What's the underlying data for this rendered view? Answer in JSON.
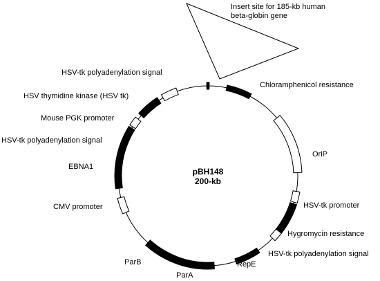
{
  "plasmid": {
    "name": "pBH148",
    "size": "200-kb"
  },
  "insert": {
    "label_line1": "Insert site for 185-kb human",
    "label_line2": "beta-globin gene"
  },
  "features": [
    {
      "id": "chloramphenicol",
      "label": "Chloramphenicol resistance",
      "fill": "black"
    },
    {
      "id": "orip",
      "label": "OriP",
      "fill": "white"
    },
    {
      "id": "hsvtk-promoter-r",
      "label": "HSV-tk promoter",
      "fill": "white"
    },
    {
      "id": "hygromycin",
      "label": "Hygromycin resistance",
      "fill": "black"
    },
    {
      "id": "hsvtk-polya-r",
      "label": "HSV-tk polyadenylation signal",
      "fill": "white"
    },
    {
      "id": "repe",
      "label": "RepE",
      "fill": "black"
    },
    {
      "id": "para",
      "label": "ParA",
      "fill": "black"
    },
    {
      "id": "parb",
      "label": "ParB",
      "fill": "black"
    },
    {
      "id": "cmv",
      "label": "CMV promoter",
      "fill": "white"
    },
    {
      "id": "ebna1",
      "label": "EBNA1",
      "fill": "black"
    },
    {
      "id": "hsvtk-polya-l",
      "label": "HSV-tk polyadenylation signal",
      "fill": "black"
    },
    {
      "id": "pgk",
      "label": "Mouse PGK promoter",
      "fill": "white"
    },
    {
      "id": "hsvtk",
      "label": "HSV thymidine kinase (HSV tk)",
      "fill": "black"
    },
    {
      "id": "hsvtk-polya-top",
      "label": "HSV-tk polyadenylation signal",
      "fill": "white"
    }
  ]
}
